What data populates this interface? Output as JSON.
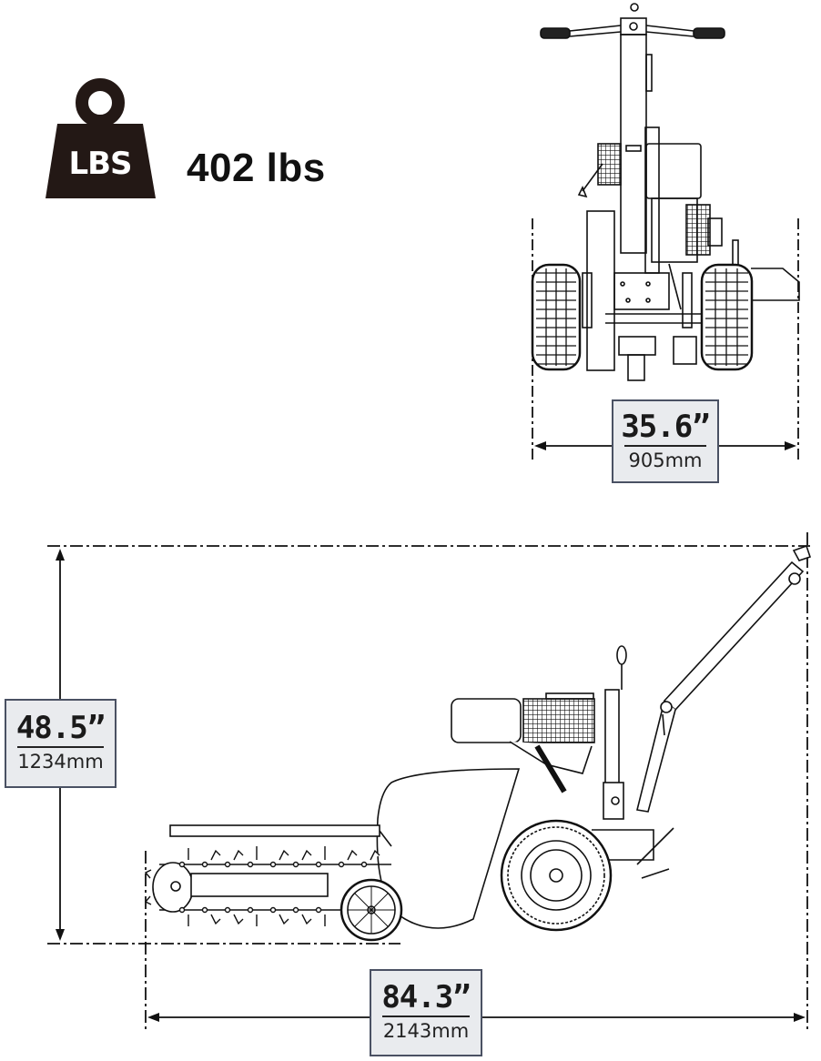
{
  "weight": {
    "icon": "weight-lbs-icon",
    "icon_label": "LBS",
    "value": "402 lbs"
  },
  "views": {
    "front": {
      "name": "front-view-drawing",
      "width_dimension": {
        "inch": "35.6”",
        "mm": "905mm"
      }
    },
    "side": {
      "name": "side-view-drawing",
      "height_dimension": {
        "inch": "48.5”",
        "mm": "1234mm"
      },
      "length_dimension": {
        "inch": "84.3”",
        "mm": "2143mm"
      }
    }
  },
  "colors": {
    "line": "#111111",
    "dimbox_bg": "#e9ebee",
    "dimbox_border": "#4a5163"
  }
}
